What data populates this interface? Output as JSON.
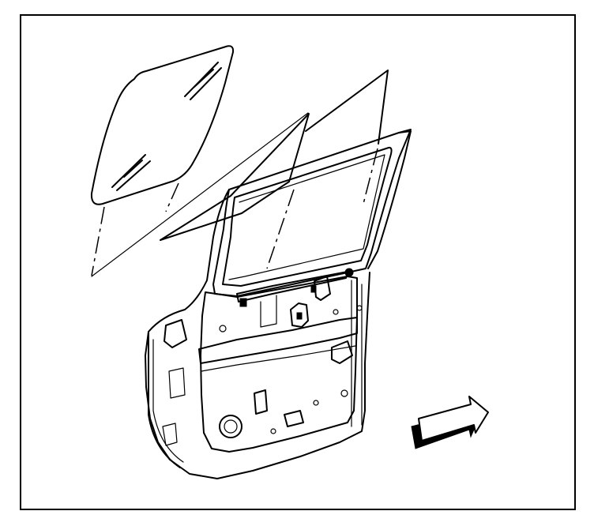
{
  "figure": {
    "colors": {
      "line": "#000000",
      "background": "#ffffff"
    },
    "components": [
      {
        "id": "window-glass",
        "icon": "glass-pane"
      },
      {
        "id": "glass-sheet",
        "icon": "glass-sheet"
      },
      {
        "id": "door-frame",
        "icon": "vehicle-door-frame"
      },
      {
        "id": "direction-arrow",
        "icon": "arrow-right"
      }
    ]
  }
}
